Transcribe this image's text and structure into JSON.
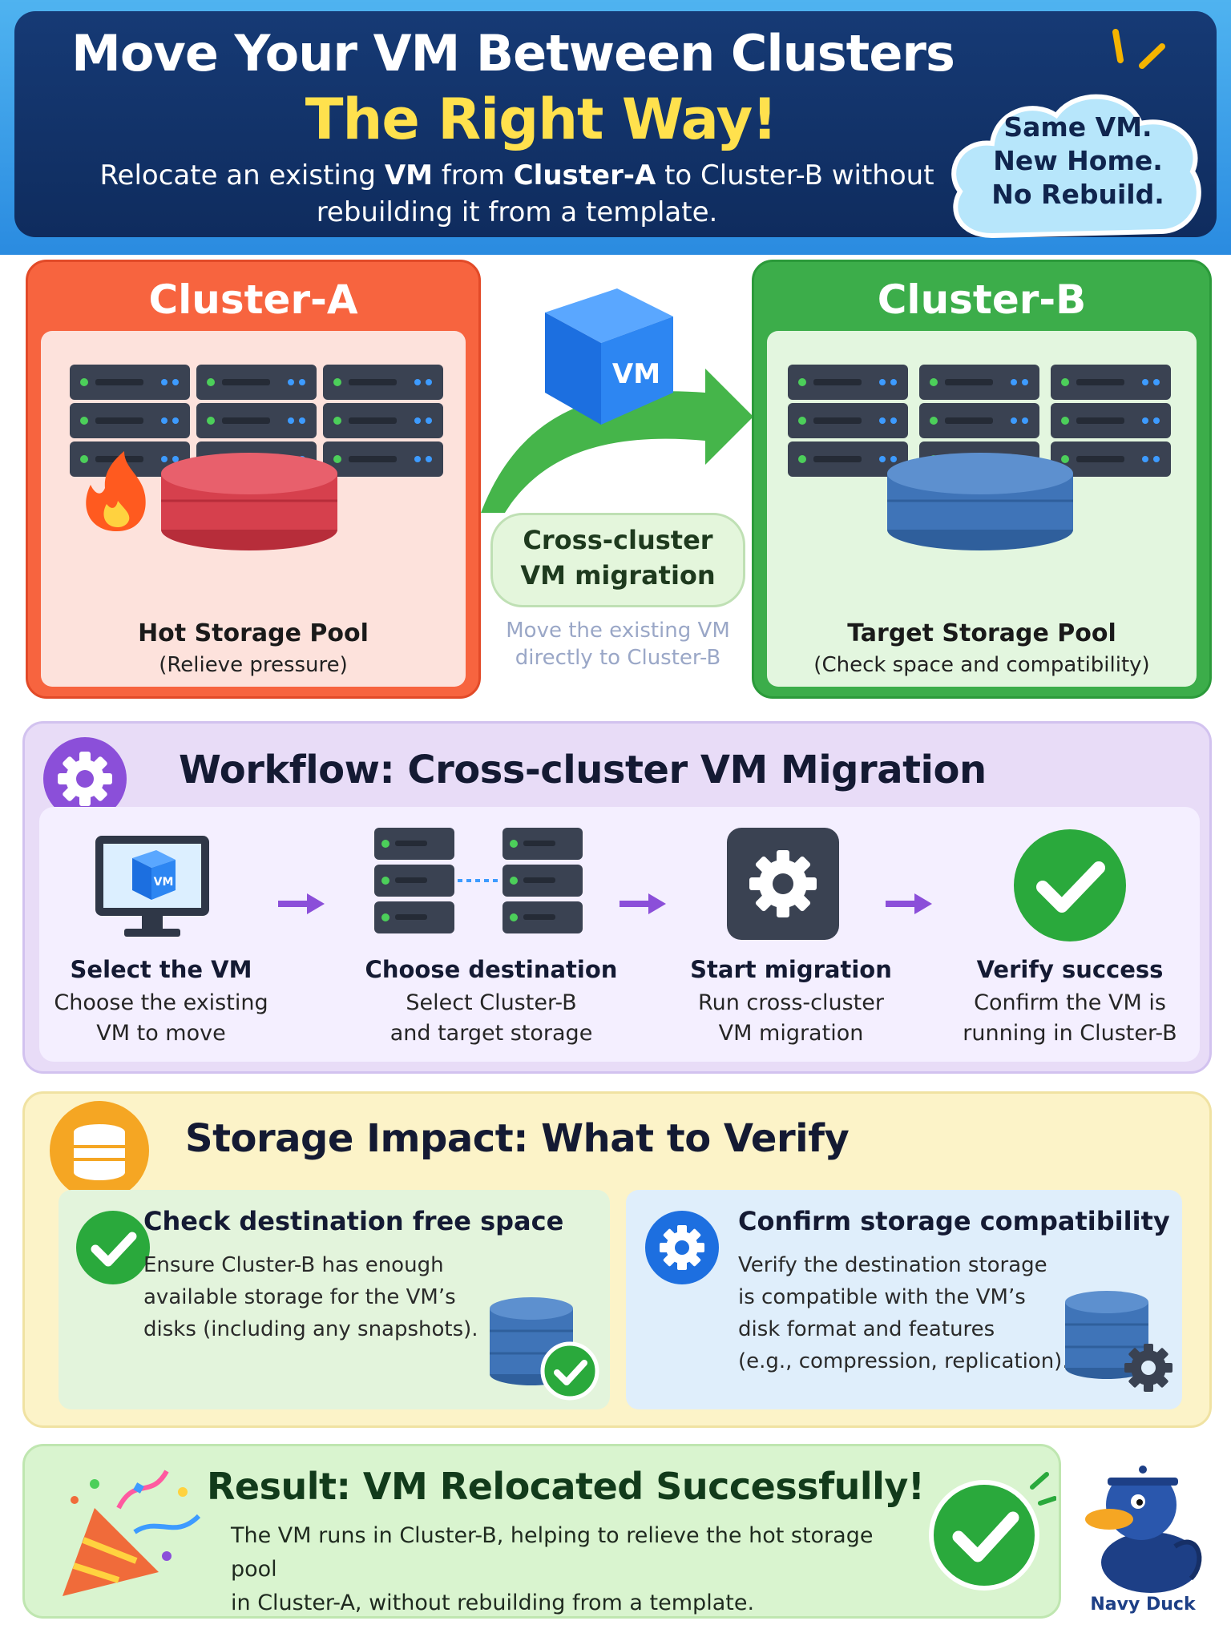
{
  "header": {
    "title_line1": "Move Your VM Between Clusters",
    "title_line2": "The Right Way!",
    "subtitle_pre": "Relocate an existing ",
    "subtitle_vm": "VM",
    "subtitle_mid": " from ",
    "subtitle_cluster_a": "Cluster-A",
    "subtitle_post": " to Cluster-B without",
    "subtitle_line2": "rebuilding it from a template.",
    "cloud_line1": "Same VM.",
    "cloud_line2": "New Home.",
    "cloud_line3": "No Rebuild."
  },
  "cluster_a": {
    "title": "Cluster-A",
    "pool_label": "Hot Storage Pool",
    "pool_sub": "(Relieve pressure)"
  },
  "cluster_b": {
    "title": "Cluster-B",
    "pool_label": "Target Storage Pool",
    "pool_sub": "(Check space and compatibility)"
  },
  "migration": {
    "vm_label": "VM",
    "pill_line1": "Cross-cluster",
    "pill_line2": "VM migration",
    "note_line1": "Move the existing VM",
    "note_line2": "directly to Cluster-B"
  },
  "workflow": {
    "title": "Workflow: Cross-cluster VM Migration",
    "steps": [
      {
        "title": "Select the VM",
        "desc1": "Choose the existing",
        "desc2": "VM to move",
        "icon_label": "VM"
      },
      {
        "title": "Choose destination",
        "desc1": "Select Cluster-B",
        "desc2": "and target storage"
      },
      {
        "title": "Start migration",
        "desc1": "Run cross-cluster",
        "desc2": "VM migration"
      },
      {
        "title": "Verify success",
        "desc1": "Confirm the VM is",
        "desc2": "running in Cluster-B"
      }
    ]
  },
  "storage": {
    "title": "Storage Impact: What to Verify",
    "left_card": {
      "title": "Check destination free space",
      "line1": "Ensure Cluster-B has enough",
      "line2": "available storage for the VM’s",
      "line3": "disks (including any snapshots)."
    },
    "right_card": {
      "title": "Confirm storage compatibility",
      "line1": "Verify the destination storage",
      "line2": "is compatible with the VM’s",
      "line3": "disk format and features",
      "line4": "(e.g., compression, replication)."
    }
  },
  "result": {
    "title": "Result: VM Relocated Successfully!",
    "line1": "The VM runs in Cluster-B, helping to relieve the hot storage pool",
    "line2": "in Cluster-A, without rebuilding from a template."
  },
  "mascot": {
    "label": "Navy Duck"
  },
  "colors": {
    "cluster_a": "#f7643f",
    "cluster_b": "#3cad4a",
    "workflow": "#8b4fd9",
    "storage": "#f5a623",
    "accent_yellow": "#ffe14d",
    "success_green": "#2aa93c"
  },
  "icons": [
    "server-rack-icon",
    "fire-icon",
    "database-icon",
    "vm-cube-icon",
    "arrow-icon",
    "gear-icon",
    "monitor-icon",
    "check-icon",
    "party-popper-icon",
    "duck-mascot-icon"
  ]
}
